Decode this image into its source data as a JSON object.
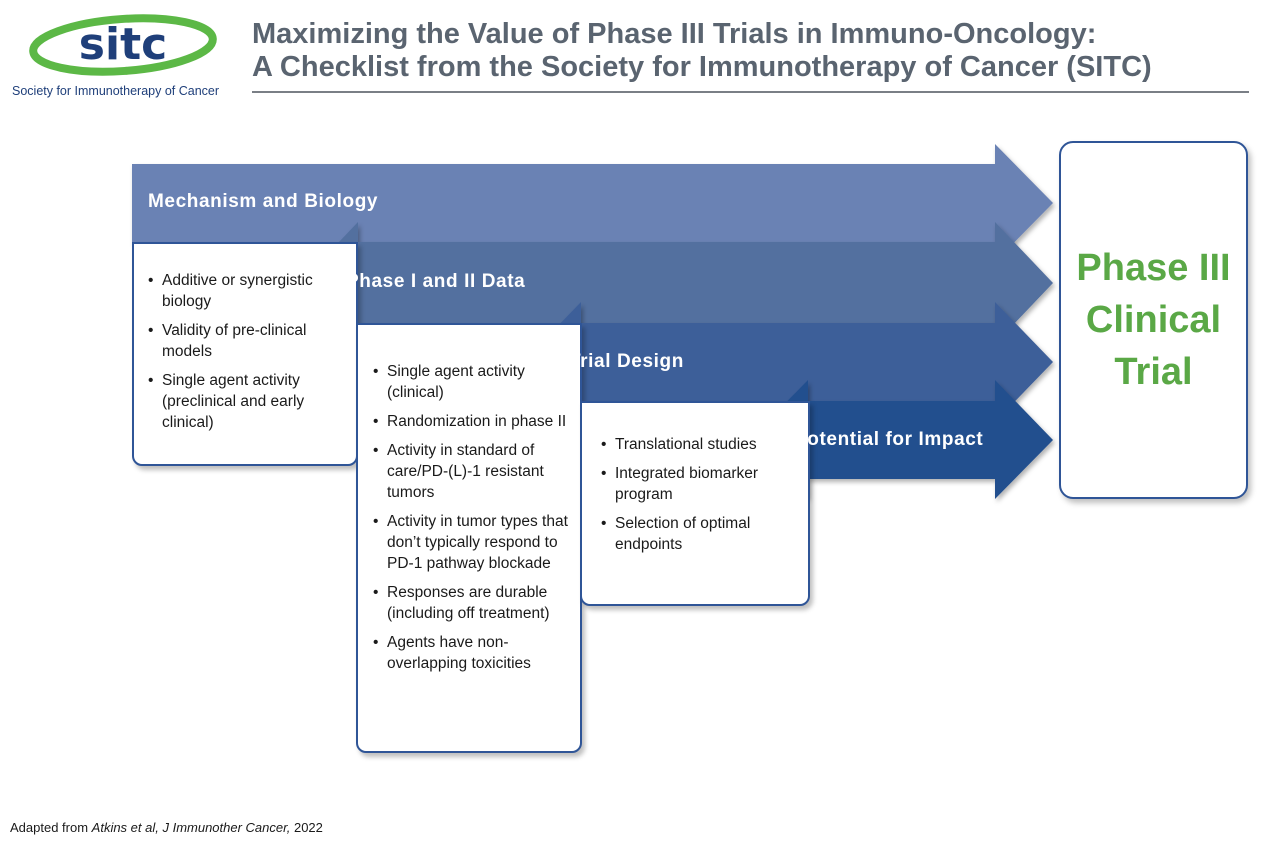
{
  "header": {
    "logo_text": "sitc",
    "logo_caption": "Society for Immunotherapy of Cancer",
    "title_line1": "Maximizing the Value of Phase III Trials in Immuno-Oncology:",
    "title_line2": "A Checklist from the Society for Immunotherapy of Cancer (SITC)"
  },
  "arrows": [
    {
      "label": "Mechanism and Biology",
      "color": "#6a82b4"
    },
    {
      "label": "Phase I and II Data",
      "color": "#52709f"
    },
    {
      "label": "Trial Design",
      "color": "#3d5f99"
    },
    {
      "label": "Potential for Impact",
      "color": "#234f8e"
    }
  ],
  "boxes": [
    {
      "items": [
        "Additive or synergistic biology",
        "Validity of pre-clinical models",
        "Single agent activity (preclinical and early clinical)"
      ]
    },
    {
      "items": [
        "Single agent activity (clinical)",
        "Randomization in phase II",
        "Activity in standard of care/PD-(L)-1 resistant tumors",
        "Activity in tumor types that don’t typically respond to PD-1 pathway blockade",
        "Responses are durable (including off treatment)",
        "Agents have non-overlapping toxicities"
      ]
    },
    {
      "items": [
        "Translational studies",
        "Integrated biomarker program",
        "Selection of optimal endpoints"
      ]
    }
  ],
  "goal": {
    "label": "Phase III Clinical Trial",
    "color": "#5aa846"
  },
  "footnote": {
    "prefix": "Adapted from ",
    "citation": "Atkins et al, J Immunother Cancer,",
    "suffix": " 2022"
  },
  "colors": {
    "brand_blue": "#1f3f7a",
    "brand_green": "#5cb846",
    "title_gray": "#5a6470",
    "border_blue": "#2f5597"
  }
}
